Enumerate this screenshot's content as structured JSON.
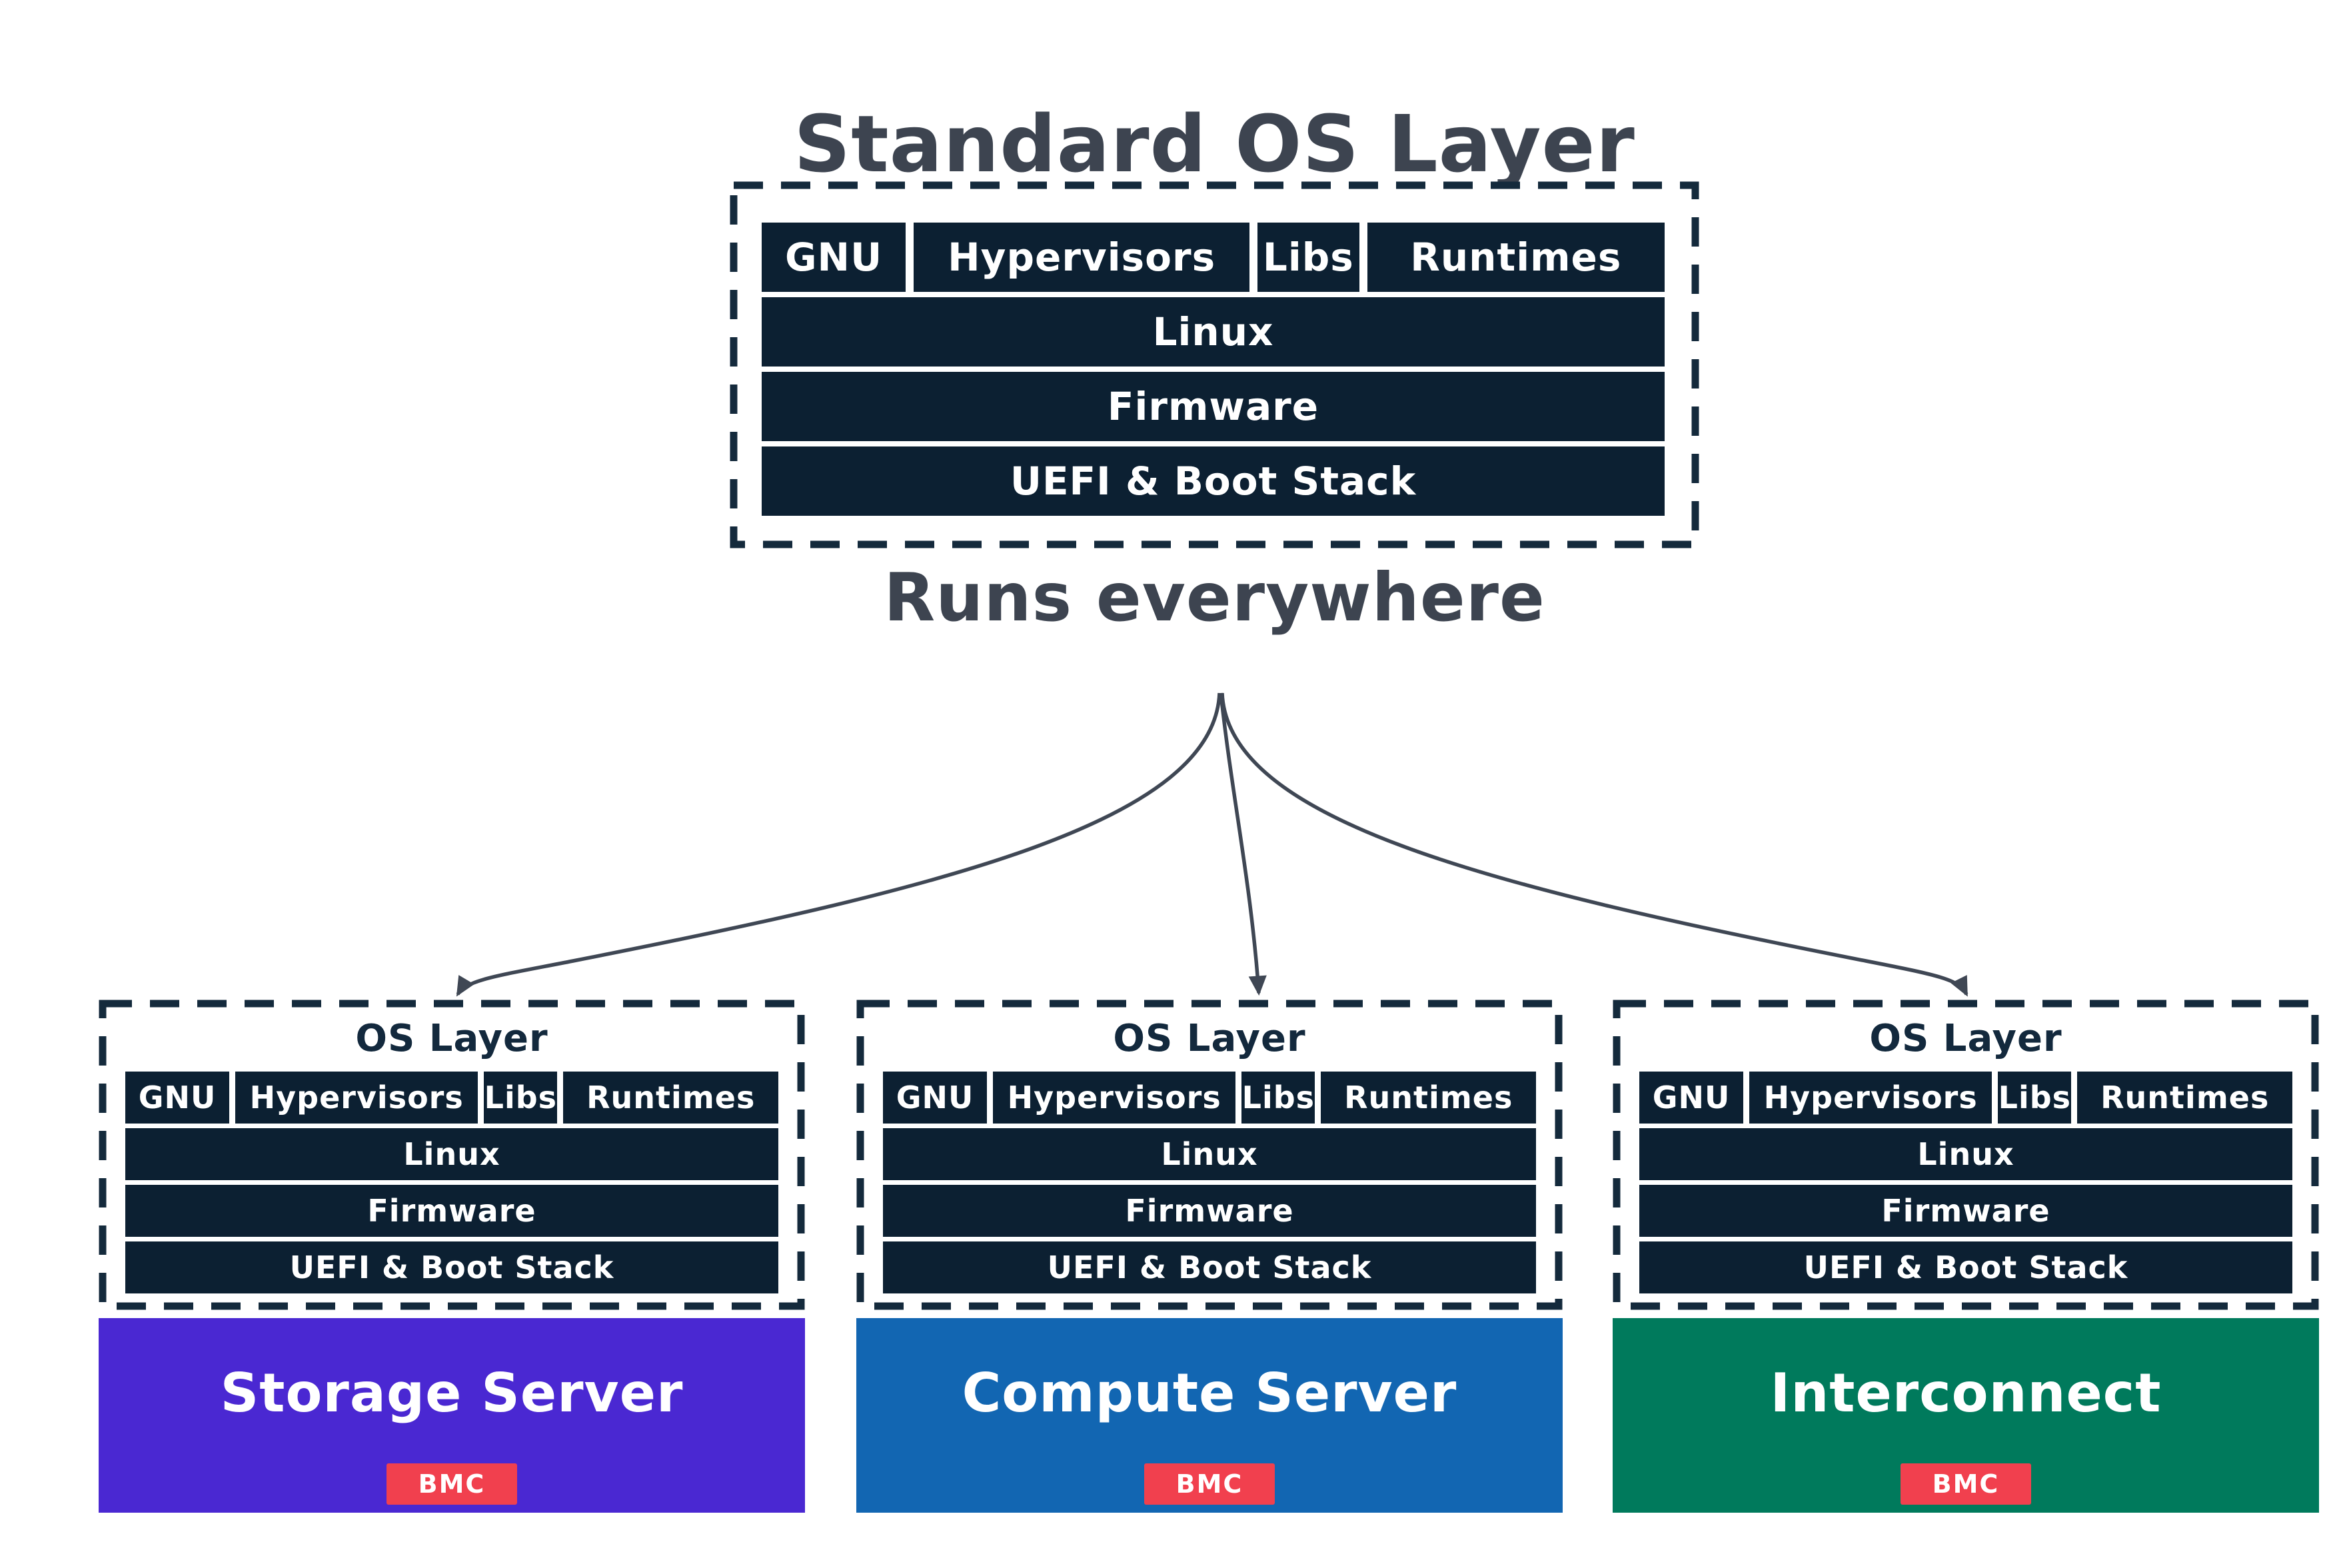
{
  "header": {
    "title": "Standard OS Layer",
    "subtitle": "Runs everywhere"
  },
  "os_stack": {
    "cells": [
      "GNU",
      "Hypervisors",
      "Libs",
      "Runtimes"
    ],
    "rows": [
      "Linux",
      "Firmware",
      "UEFI & Boot Stack"
    ]
  },
  "groups": [
    {
      "os_label": "OS Layer",
      "server": "Storage Server",
      "badge": "BMC",
      "color": "#4a28d2"
    },
    {
      "os_label": "OS Layer",
      "server": "Compute Server",
      "badge": "BMC",
      "color": "#1266b2"
    },
    {
      "os_label": "OS Layer",
      "server": "Interconnect",
      "badge": "BMC",
      "color": "#007a5c"
    }
  ],
  "colors": {
    "stack_fill": "#0c2032",
    "dash_border": "#142a3c",
    "heading": "#3d4450",
    "arrow": "#3f4754",
    "badge": "#f1404e"
  }
}
